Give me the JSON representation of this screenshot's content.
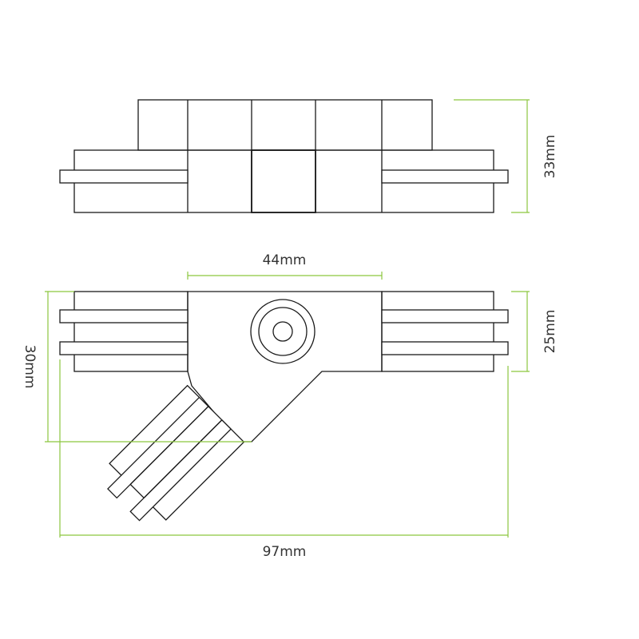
{
  "colors": {
    "outline": "#1a1a1a",
    "dimension": "#8cc63f",
    "text": "#333333",
    "background": "#ffffff"
  },
  "dimensions": {
    "height_side": "33mm",
    "center_width": "44mm",
    "total_width": "97mm",
    "height_left": "30mm",
    "height_right": "25mm"
  }
}
